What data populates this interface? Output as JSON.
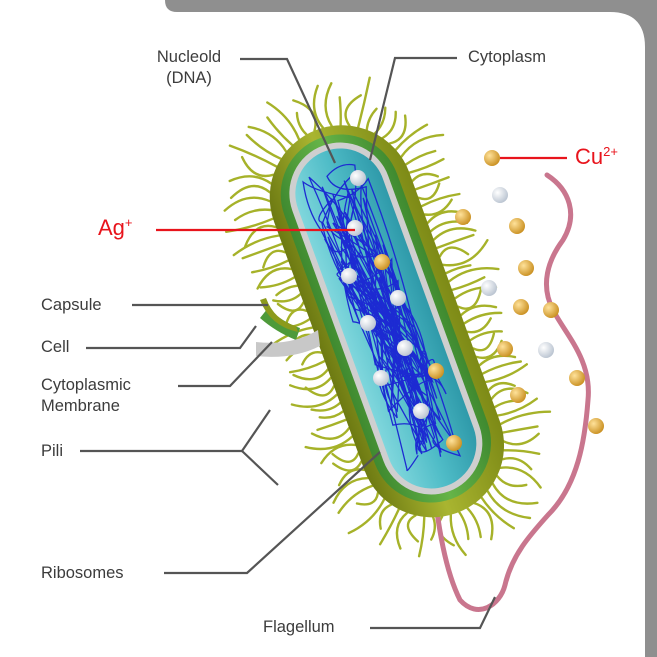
{
  "labels": {
    "nucleoid_line1": "Nucleold",
    "nucleoid_line2": "(DNA)",
    "cytoplasm": "Cytoplasm",
    "capsule": "Capsule",
    "cell": "Cell",
    "cytoplasmic_line1": "Cytoplasmic",
    "cytoplasmic_line2": "Membrane",
    "pili": "Pili",
    "ribosomes": "Ribosomes",
    "flagellum": "Flagellum"
  },
  "ions": {
    "silver": {
      "base": "Ag",
      "charge": "+"
    },
    "copper": {
      "base": "Cu",
      "charge": "2+"
    }
  },
  "colors": {
    "frame": "#8f8f8f",
    "panel": "#ffffff",
    "label_text": "#3c3c3c",
    "leader_line": "#555555",
    "ion_text": "#e8141c",
    "capsule": "#8c9a1c",
    "cell_wall": "#4e9a3a",
    "membrane": "#c8c8c8",
    "cytoplasm": "#5cc3cc",
    "dna": "#1d2bd2",
    "flagellum": "#c9768e",
    "pili": "#a6b229",
    "silver_ion": "#e9eef5",
    "copper_ion": "#e3aa3a"
  }
}
